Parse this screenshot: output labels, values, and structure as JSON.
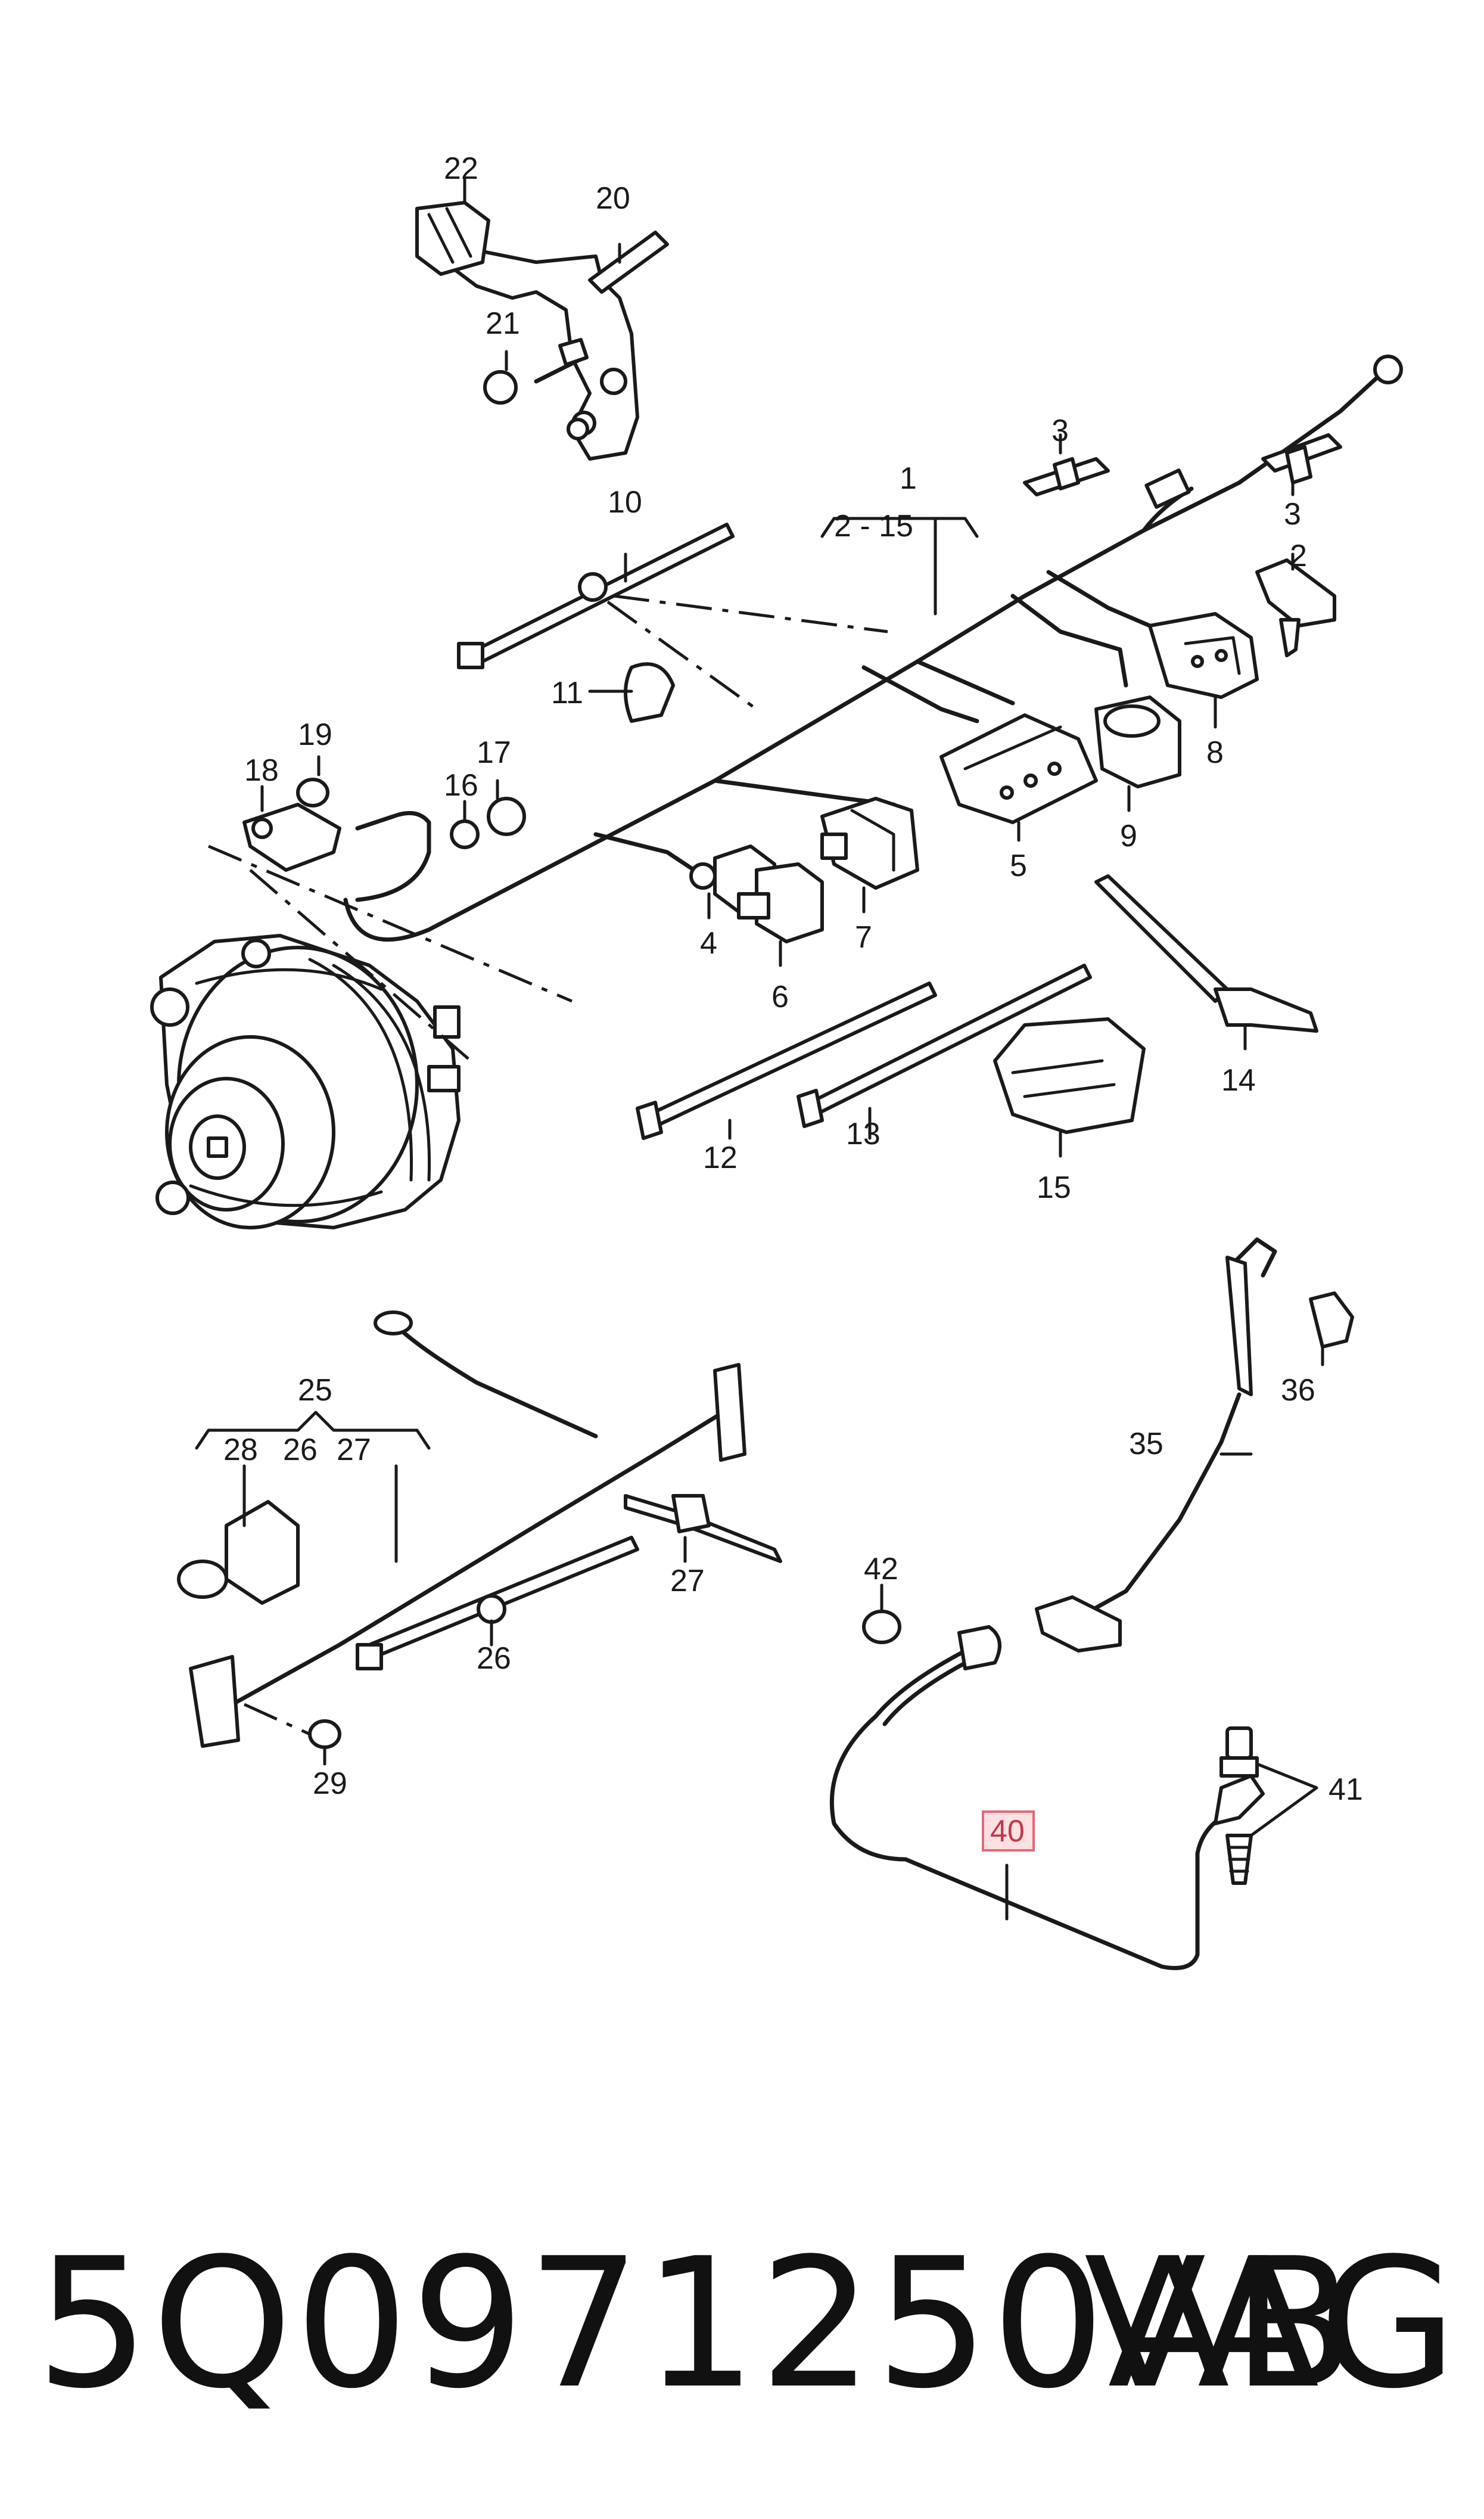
{
  "callouts": {
    "c1": "1",
    "c1_range": "2 - 15",
    "c2": "2",
    "c3a": "3",
    "c3b": "3",
    "c4": "4",
    "c5": "5",
    "c6": "6",
    "c7": "7",
    "c8": "8",
    "c9": "9",
    "c10": "10",
    "c11": "11",
    "c12": "12",
    "c13": "13",
    "c14": "14",
    "c15": "15",
    "c16": "16",
    "c17": "17",
    "c18": "18",
    "c19": "19",
    "c20": "20",
    "c21": "21",
    "c22": "22",
    "c25": "25",
    "c25_sub_a": "28",
    "c25_sub_b": "26",
    "c25_sub_c": "27",
    "c26": "26",
    "c27": "27",
    "c28": "28",
    "c29": "29",
    "c35": "35",
    "c36": "36",
    "c40": "40",
    "c41": "41",
    "c42": "42"
  },
  "footer": {
    "part_number": "5Q0971250AB",
    "brand": "VAG"
  },
  "colors": {
    "line": "#1a1a1a",
    "highlight_fill": "#fde0e2",
    "highlight_border": "#e06a78"
  }
}
